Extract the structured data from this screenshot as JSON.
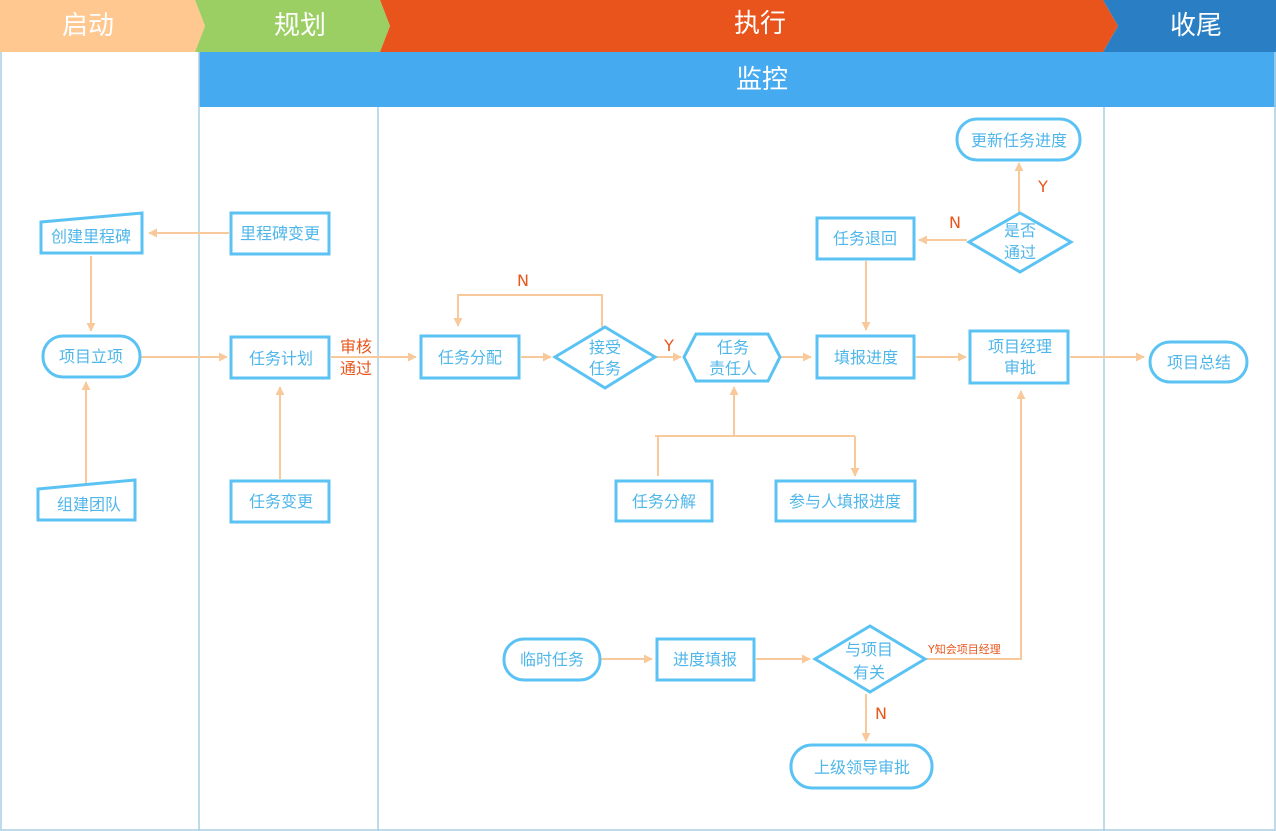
{
  "phases": {
    "start": "启动",
    "plan": "规划",
    "execute": "执行",
    "close": "收尾",
    "monitor": "监控"
  },
  "nodes": {
    "create_milestone": "创建里程碑",
    "milestone_change": "里程碑变更",
    "project_init": "项目立项",
    "task_plan": "任务计划",
    "build_team": "组建团队",
    "task_change": "任务变更",
    "task_assign": "任务分配",
    "accept_task_1": "接受",
    "accept_task_2": "任务",
    "task_owner_1": "任务",
    "task_owner_2": "责任人",
    "fill_progress": "填报进度",
    "pm_approve_1": "项目经理",
    "pm_approve_2": "审批",
    "project_summary": "项目总结",
    "update_progress": "更新任务进度",
    "task_return": "任务退回",
    "approved_1": "是否",
    "approved_2": "通过",
    "task_decompose": "任务分解",
    "participant_fill": "参与人填报进度",
    "temp_task": "临时任务",
    "progress_fill": "进度填报",
    "related_1": "与项目",
    "related_2": "有关",
    "leader_approve": "上级领导审批"
  },
  "edge_labels": {
    "review_1": "审核",
    "review_2": "通过",
    "no": "N",
    "yes": "Y",
    "notify_pm": "Y知会项目经理"
  },
  "colors": {
    "start": "#ffc890",
    "plan": "#9bcf63",
    "execute": "#e8541c",
    "close": "#2a7fc4",
    "monitor": "#45aaf0",
    "node_stroke": "#5bc3f3",
    "edge": "#f8c99a"
  }
}
